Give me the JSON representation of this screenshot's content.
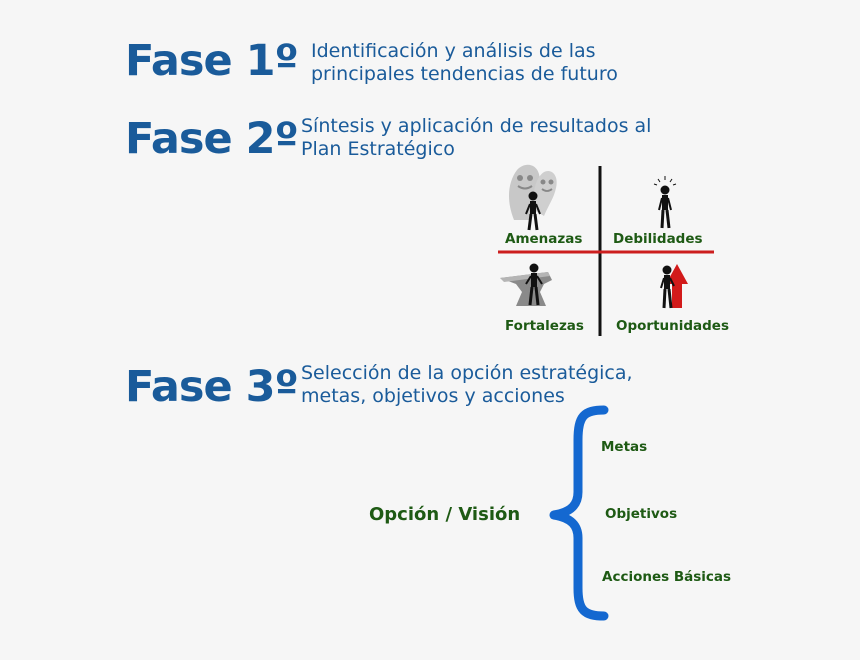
{
  "phases": [
    {
      "title": "Fase 1º",
      "desc_line1": "Identificación y análisis de las",
      "desc_line2": "principales  tendencias de futuro"
    },
    {
      "title": "Fase 2º",
      "desc_line1": "Síntesis y aplicación de resultados al",
      "desc_line2": "Plan Estratégico"
    },
    {
      "title": "Fase 3º",
      "desc_line1": "Selección de la opción estratégica,",
      "desc_line2": "metas, objetivos y acciones"
    }
  ],
  "swot": {
    "amenazas": "Amenazas",
    "debilidades": "Debilidades",
    "fortalezas": "Fortalezas",
    "oportunidades": "Oportunidades",
    "icons": [
      "ghosts-figure-icon",
      "confused-figure-icon",
      "anvil-figure-icon",
      "red-arrow-figure-icon"
    ]
  },
  "vision": {
    "label": "Opción / Visión",
    "branches": [
      "Metas",
      "Objetivos",
      "Acciones Básicas"
    ]
  },
  "colors": {
    "title_blue": "#1a5b9a",
    "label_green": "#1e5a14",
    "brace_blue": "#1468d0",
    "divider_red": "#cc1e1e",
    "arrow_red": "#d21a1a"
  }
}
